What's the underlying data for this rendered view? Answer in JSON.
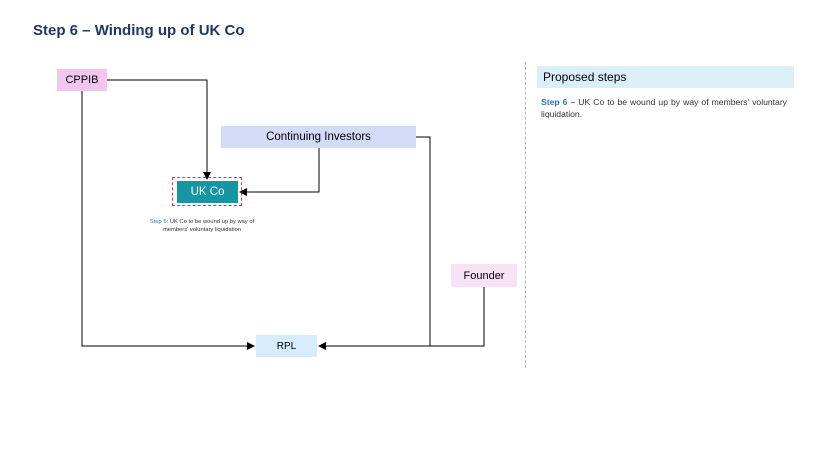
{
  "slide": {
    "title": "Step 6 – Winding up of UK Co"
  },
  "diagram": {
    "entities": {
      "cppib": "CPPIB",
      "continuing_investors": "Continuing Investors",
      "uk_co": "UK Co",
      "founder": "Founder",
      "rpl": "RPL"
    },
    "note": {
      "step": "Step 6",
      "text": ": UK Co to be wound up by way of members' voluntary liquidation"
    },
    "colors": {
      "cppib": "#f3c6ef",
      "continuing_investors": "#d4dbf6",
      "uk_co": "#1596a2",
      "founder": "#f8e2f6",
      "rpl": "#d6ebfb",
      "highlight_outline": "#e23a3a"
    }
  },
  "panel": {
    "heading": "Proposed steps",
    "step_label": "Step 6 –",
    "step_text": " UK Co to be wound up by way of members' voluntary liquidation."
  }
}
